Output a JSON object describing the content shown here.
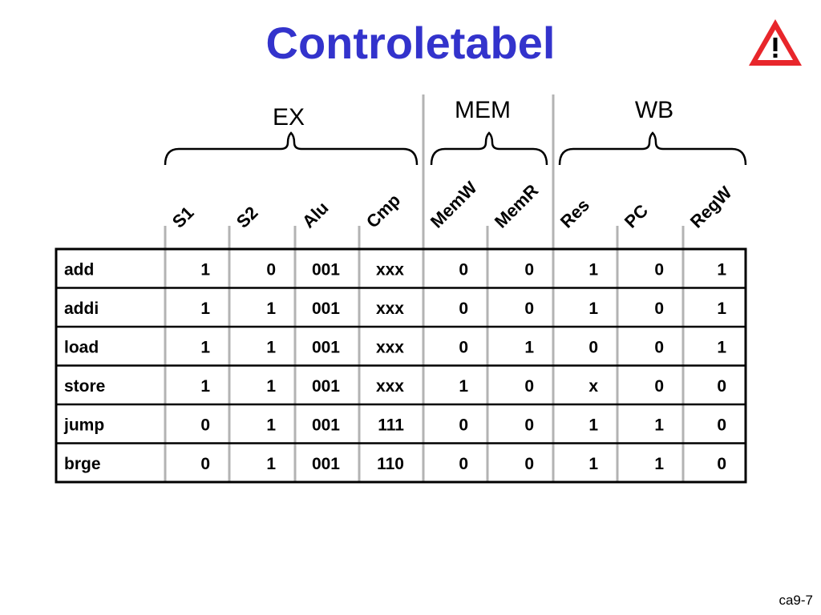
{
  "title": "Controletabel",
  "icon": "warning-icon",
  "colors": {
    "title": "#3333cc",
    "warning_red": "#e8262b",
    "divider": "#b3b3b3"
  },
  "groups": [
    {
      "label": "EX",
      "columns": 4
    },
    {
      "label": "MEM",
      "columns": 2
    },
    {
      "label": "WB",
      "columns": 3
    }
  ],
  "columns": [
    "S1",
    "S2",
    "Alu",
    "Cmp",
    "MemW",
    "MemR",
    "Res",
    "PC",
    "RegW"
  ],
  "rows": [
    {
      "name": "add",
      "values": [
        "1",
        "0",
        "001",
        "xxx",
        "0",
        "0",
        "1",
        "0",
        "1"
      ]
    },
    {
      "name": "addi",
      "values": [
        "1",
        "1",
        "001",
        "xxx",
        "0",
        "0",
        "1",
        "0",
        "1"
      ]
    },
    {
      "name": "load",
      "values": [
        "1",
        "1",
        "001",
        "xxx",
        "0",
        "1",
        "0",
        "0",
        "1"
      ]
    },
    {
      "name": "store",
      "values": [
        "1",
        "1",
        "001",
        "xxx",
        "1",
        "0",
        "x",
        "0",
        "0"
      ]
    },
    {
      "name": "jump",
      "values": [
        "0",
        "1",
        "001",
        "111",
        "0",
        "0",
        "1",
        "1",
        "0"
      ]
    },
    {
      "name": "brge",
      "values": [
        "0",
        "1",
        "001",
        "110",
        "0",
        "0",
        "1",
        "1",
        "0"
      ]
    }
  ],
  "footer": "ca9-7"
}
